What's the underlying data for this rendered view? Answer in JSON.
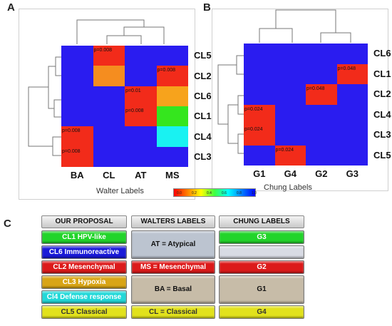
{
  "panels": {
    "a": "A",
    "b": "B",
    "c": "C"
  },
  "panel_a": {
    "columns": [
      "BA",
      "CL",
      "AT",
      "MS"
    ],
    "rows": [
      "CL5",
      "CL2",
      "CL6",
      "CL1",
      "CL4",
      "CL3"
    ],
    "cell_colors": [
      [
        "#2a1cf0",
        "#f22b1a",
        "#2a1cf0",
        "#2a1cf0"
      ],
      [
        "#2a1cf0",
        "#f58d1f",
        "#2a1cf0",
        "#f22b1a"
      ],
      [
        "#2a1cf0",
        "#2a1cf0",
        "#f22b1a",
        "#f7a31c"
      ],
      [
        "#2a1cf0",
        "#2a1cf0",
        "#f22b1a",
        "#35e61e"
      ],
      [
        "#f22b1a",
        "#2a1cf0",
        "#2a1cf0",
        "#19f2f2"
      ],
      [
        "#f22b1a",
        "#2a1cf0",
        "#2a1cf0",
        "#2a1cf0"
      ]
    ],
    "pvalues": [
      {
        "row": 0,
        "col": 1,
        "text": "p=0.008"
      },
      {
        "row": 1,
        "col": 3,
        "text": "p=0.008"
      },
      {
        "row": 2,
        "col": 2,
        "text": "p=0.01"
      },
      {
        "row": 3,
        "col": 2,
        "text": "p=0.008"
      },
      {
        "row": 4,
        "col": 0,
        "text": "p=0.008"
      },
      {
        "row": 5,
        "col": 0,
        "text": "p=0.008"
      }
    ],
    "xlabel": "Walter Labels"
  },
  "panel_b": {
    "columns": [
      "G1",
      "G4",
      "G2",
      "G3"
    ],
    "rows": [
      "CL6",
      "CL1",
      "CL2",
      "CL4",
      "CL3",
      "CL5"
    ],
    "cell_colors": [
      [
        "#2a1cf0",
        "#2a1cf0",
        "#2a1cf0",
        "#2a1cf0"
      ],
      [
        "#2a1cf0",
        "#2a1cf0",
        "#2a1cf0",
        "#f22b1a"
      ],
      [
        "#2a1cf0",
        "#2a1cf0",
        "#f22b1a",
        "#2a1cf0"
      ],
      [
        "#f22b1a",
        "#2a1cf0",
        "#2a1cf0",
        "#2a1cf0"
      ],
      [
        "#f22b1a",
        "#2a1cf0",
        "#2a1cf0",
        "#2a1cf0"
      ],
      [
        "#2a1cf0",
        "#f22b1a",
        "#2a1cf0",
        "#2a1cf0"
      ]
    ],
    "pvalues": [
      {
        "row": 1,
        "col": 3,
        "text": "p=0.048"
      },
      {
        "row": 2,
        "col": 2,
        "text": "p=0.048"
      },
      {
        "row": 3,
        "col": 0,
        "text": "p=0.024"
      },
      {
        "row": 4,
        "col": 0,
        "text": "p=0.024"
      },
      {
        "row": 5,
        "col": 1,
        "text": "p=0.024"
      }
    ],
    "xlabel": "Chung Labels"
  },
  "legend": {
    "ticks": [
      "0.0",
      "0.2",
      "0.4",
      "0.6",
      "0.8",
      "1.0"
    ]
  },
  "table": {
    "headers": [
      "OUR PROPOSAL",
      "WALTERS LABELS",
      "CHUNG LABELS"
    ],
    "proposal": [
      {
        "label": "CL1 HPV-like",
        "color": "#22d42a",
        "text_color": "#ffffff"
      },
      {
        "label": "CL6 Immunoreactive",
        "color": "#1a1ad8",
        "text_color": "#ffffff"
      },
      {
        "label": "CL2 Mesenchymal",
        "color": "#dc1a1a",
        "text_color": "#ffffff"
      },
      {
        "label": "CL3 Hypoxia",
        "color": "#d8a516",
        "text_color": "#ffffff"
      },
      {
        "label": "Cl4 Defense response",
        "color": "#22d8d8",
        "text_color": "#ffffff"
      },
      {
        "label": "CL5 Classical",
        "color": "#e2e21c",
        "text_color": "#333333"
      }
    ],
    "walters": [
      {
        "label": "AT = Atypical",
        "color": "#bcc4d0",
        "text_color": "#111111",
        "span": [
          0,
          1
        ]
      },
      {
        "label": "MS = Mesenchymal",
        "color": "#dc1a1a",
        "text_color": "#ffffff",
        "span": [
          2,
          2
        ]
      },
      {
        "label": "BA = Basal",
        "color": "#c7bca8",
        "text_color": "#111111",
        "span": [
          3,
          4
        ]
      },
      {
        "label": "CL = Classical",
        "color": "#e2e21c",
        "text_color": "#333333",
        "span": [
          5,
          5
        ]
      }
    ],
    "chung": [
      {
        "label": "G3",
        "color": "#22d42a",
        "text_color": "#ffffff",
        "span": [
          0,
          0
        ]
      },
      {
        "label": "",
        "color": "#d8dbe4",
        "text_color": "#111111",
        "span": [
          1,
          1
        ]
      },
      {
        "label": "G2",
        "color": "#dc1a1a",
        "text_color": "#ffffff",
        "span": [
          2,
          2
        ]
      },
      {
        "label": "G1",
        "color": "#c7bca8",
        "text_color": "#111111",
        "span": [
          3,
          4
        ]
      },
      {
        "label": "G4",
        "color": "#e2e21c",
        "text_color": "#333333",
        "span": [
          5,
          5
        ]
      }
    ]
  }
}
